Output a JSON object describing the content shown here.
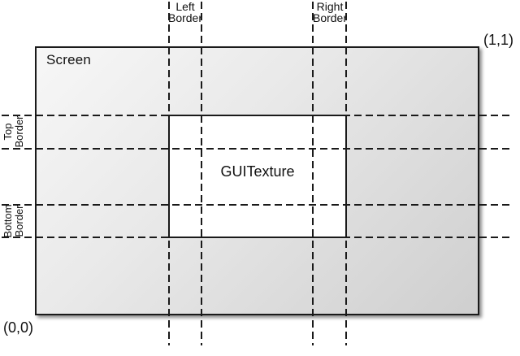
{
  "diagram": {
    "screen_label": "Screen",
    "texture_label": "GUITexture",
    "origin_label": "(0,0)",
    "extent_label": "(1,1)",
    "left_border": {
      "line1": "Left",
      "line2": "Border"
    },
    "right_border": {
      "line1": "Right",
      "line2": "Border"
    },
    "top_border": {
      "line1": "Top",
      "line2": "Border"
    },
    "bottom_border": {
      "line1": "Bottom",
      "line2": "Border"
    },
    "colors": {
      "screen_gradient_start": "#f7f7f7",
      "screen_gradient_end": "#cfcfcf",
      "outline": "#1a1a1a",
      "texture_fill": "#ffffff",
      "canvas_bg": "#ffffff"
    }
  }
}
